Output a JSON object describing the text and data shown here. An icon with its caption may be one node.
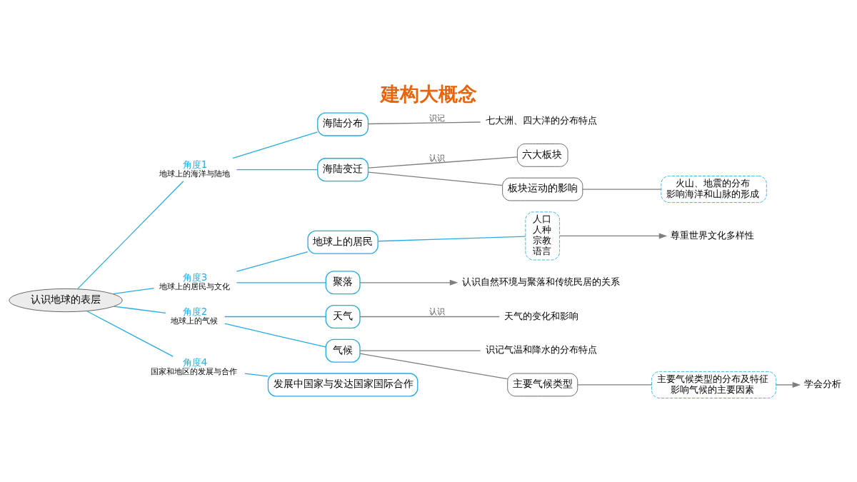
{
  "diagram": {
    "title": "建构大概念",
    "nodes": [
      {
        "text": [
          "认识地球的表层"
        ]
      },
      {
        "text": [
          "角度1",
          "地球上的海洋与陆地"
        ]
      },
      {
        "text": [
          "海陆分布"
        ]
      },
      {
        "text": [
          "七大洲、四大洋的分布特点"
        ]
      },
      {
        "text": [
          "海陆变迁"
        ]
      },
      {
        "text": [
          "六大板块"
        ]
      },
      {
        "text": [
          "板块运动的影响"
        ]
      },
      {
        "text": [
          "火山、地震的分布",
          "影响海洋和山脉的形成"
        ]
      },
      {
        "text": [
          "角度3",
          "地球上的居民与文化"
        ]
      },
      {
        "text": [
          "地球上的居民"
        ]
      },
      {
        "text": [
          "人口",
          "人种",
          "宗教",
          "语言"
        ]
      },
      {
        "text": [
          "尊重世界文化多样性"
        ]
      },
      {
        "text": [
          "聚落"
        ]
      },
      {
        "text": [
          "认识自然环境与聚落和传统民居的关系"
        ]
      },
      {
        "text": [
          "角度2",
          "地球上的气候"
        ]
      },
      {
        "text": [
          "天气"
        ]
      },
      {
        "text": [
          "天气的变化和影响"
        ]
      },
      {
        "text": [
          "气候"
        ]
      },
      {
        "text": [
          "识记气温和降水的分布特点"
        ]
      },
      {
        "text": [
          "主要气候类型"
        ]
      },
      {
        "text": [
          "主要气候类型的分布及特征",
          "影响气候的主要因素"
        ]
      },
      {
        "text": [
          "学会分析"
        ]
      },
      {
        "text": [
          "角度4",
          "国家和地区的发展与合作"
        ]
      },
      {
        "text": [
          "发展中国家与发达国家国际合作"
        ]
      }
    ],
    "edges": [
      {
        "from": 0,
        "to": 1,
        "arrow": "none"
      },
      {
        "from": 1,
        "to": 2,
        "arrow": "none"
      },
      {
        "from": 1,
        "to": 4,
        "arrow": "none"
      },
      {
        "from": 2,
        "to": 3,
        "arrow": "none",
        "label": "识记",
        "color": "#7f7f7f"
      },
      {
        "from": 4,
        "to": 5,
        "arrow": "none",
        "label": "认识",
        "color": "#7f7f7f"
      },
      {
        "from": 4,
        "to": 6,
        "arrow": "none",
        "color": "#7f7f7f"
      },
      {
        "from": 6,
        "to": 7,
        "arrow": "none",
        "color": "#7f7f7f"
      },
      {
        "from": 0,
        "to": 8,
        "arrow": "none"
      },
      {
        "from": 8,
        "to": 9,
        "arrow": "none"
      },
      {
        "from": 8,
        "to": 12,
        "arrow": "none"
      },
      {
        "from": 9,
        "to": 10,
        "arrow": "none"
      },
      {
        "from": 10,
        "to": 11,
        "arrow": "to",
        "color": "#7f7f7f"
      },
      {
        "from": 12,
        "to": 13,
        "arrow": "to",
        "color": "#7f7f7f"
      },
      {
        "from": 0,
        "to": 14,
        "arrow": "none"
      },
      {
        "from": 14,
        "to": 15,
        "arrow": "none"
      },
      {
        "from": 14,
        "to": 17,
        "arrow": "none"
      },
      {
        "from": 15,
        "to": 16,
        "arrow": "none",
        "label": "认识",
        "color": "#7f7f7f"
      },
      {
        "from": 17,
        "to": 18,
        "arrow": "none",
        "color": "#7f7f7f"
      },
      {
        "from": 17,
        "to": 19,
        "arrow": "none",
        "color": "#7f7f7f"
      },
      {
        "from": 19,
        "to": 20,
        "arrow": "none",
        "color": "#7f7f7f"
      },
      {
        "from": 20,
        "to": 21,
        "arrow": "to",
        "color": "#7f7f7f"
      },
      {
        "from": 0,
        "to": 22,
        "arrow": "none"
      },
      {
        "from": 22,
        "to": 23,
        "arrow": "none"
      }
    ]
  }
}
